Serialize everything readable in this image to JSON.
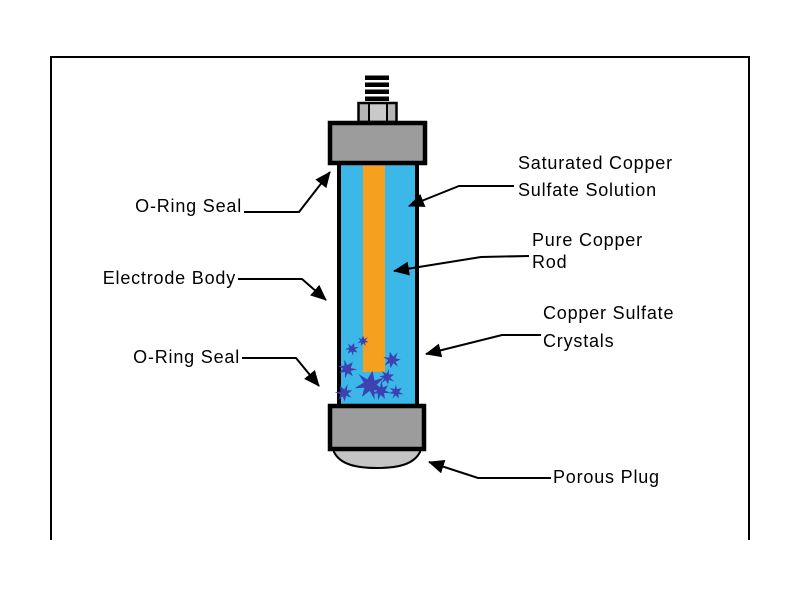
{
  "labels": {
    "oring_top": "O-Ring Seal",
    "electrode_body": "Electrode Body",
    "oring_bottom": "O-Ring Seal",
    "saturated_solution_line1": "Saturated Copper",
    "saturated_solution_line2": "Sulfate Solution",
    "copper_rod_line1": "Pure Copper",
    "copper_rod_line2": "Rod",
    "crystals_line1": "Copper Sulfate",
    "crystals_line2": "Crystals",
    "porous_plug": "Porous Plug"
  },
  "colors": {
    "background": "#ffffff",
    "outline": "#000000",
    "solution_blue": "#3bb8e8",
    "copper_rod_orange": "#f5a01e",
    "cap_gray": "#9c9c9c",
    "nut_gray": "#b5b5b5",
    "nut_center_gray": "#c9c9c9",
    "porous_plug_gray": "#c4c4c4",
    "crystal_blue": "#3d41b2"
  }
}
